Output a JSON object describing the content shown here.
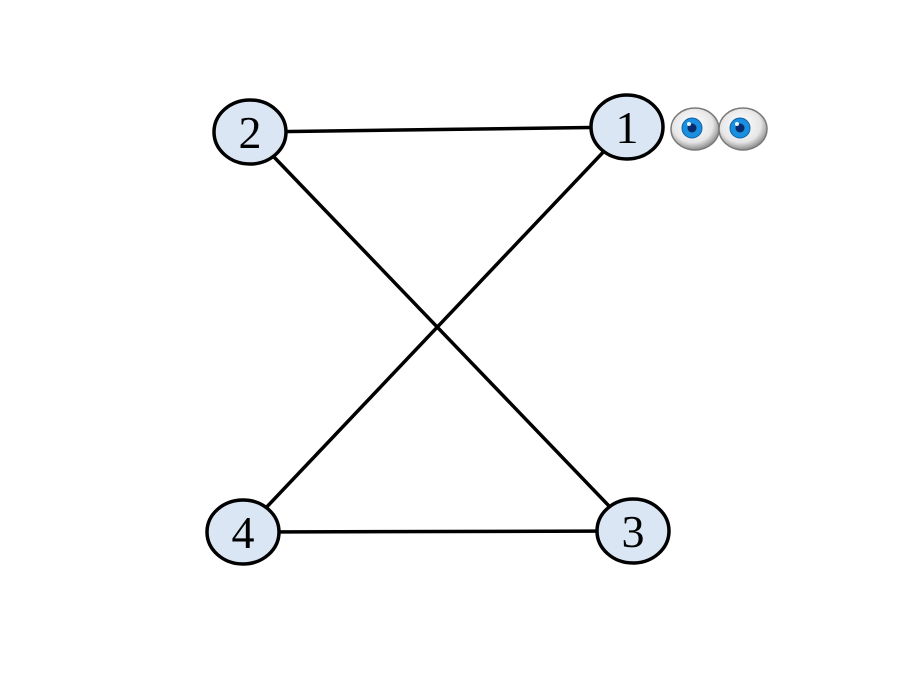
{
  "colors": {
    "background": "#ffffff",
    "edge": "#000000",
    "node_fill": "#dbe6f4",
    "node_stroke": "#000000",
    "label": "#000000",
    "iris": "#1a8fe0",
    "pupil": "#0a2a6a"
  },
  "nodes": [
    {
      "id": "1",
      "label": "1"
    },
    {
      "id": "2",
      "label": "2"
    },
    {
      "id": "3",
      "label": "3"
    },
    {
      "id": "4",
      "label": "4"
    }
  ],
  "edges": [
    {
      "from": "2",
      "to": "1"
    },
    {
      "from": "2",
      "to": "3"
    },
    {
      "from": "1",
      "to": "4"
    },
    {
      "from": "4",
      "to": "3"
    }
  ],
  "marker": {
    "icon": "eyes-icon",
    "attached_to": "1"
  }
}
